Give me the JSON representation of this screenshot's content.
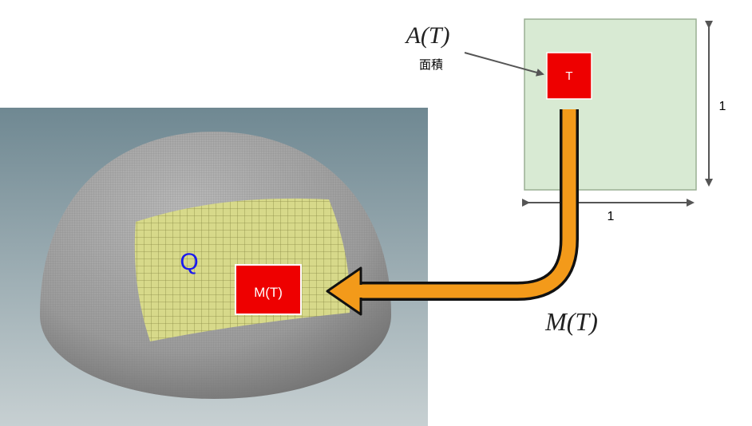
{
  "viewport": {
    "region_label": "Q",
    "mapped_patch_label": "M(T)"
  },
  "parameter_domain": {
    "patch_label": "T",
    "width_label": "1",
    "height_label": "1"
  },
  "area_annotation": {
    "symbol": "A(T)",
    "caption": "面積"
  },
  "mapping": {
    "label": "M(T)"
  },
  "colors": {
    "viewport_bg_top": "#6f8892",
    "viewport_bg_bottom": "#c5ced0",
    "sphere_gray": "#a3a3a3",
    "patch_yellow": "#d7d98a",
    "square_fill": "#d8ead3",
    "square_border": "#9aaf93",
    "red": "#ee0000",
    "arrow_orange": "#f39a1a",
    "arrow_outline": "#111111",
    "q_blue": "#1a1aee",
    "dim_arrow": "#555555"
  }
}
